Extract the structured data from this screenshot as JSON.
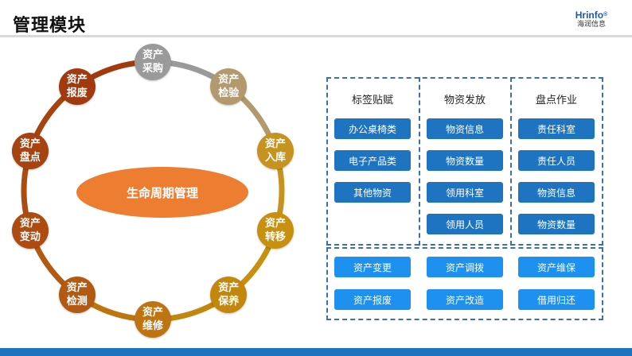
{
  "header": {
    "title": "管理模块",
    "brand_name": "Hrinfo",
    "brand_mark": "®",
    "brand_cn": "海润信息"
  },
  "colors": {
    "accent_orange": "#ed7d31",
    "brand_blue": "#1e73be",
    "button_dark": "#1f74c2",
    "button_light": "#1e90f0"
  },
  "lifecycle": {
    "center_label": "生命周期管理",
    "nodes": [
      {
        "label": "资产采购",
        "color": "#9a9a9a"
      },
      {
        "label": "资产检验",
        "color": "#b39a6e"
      },
      {
        "label": "资产入库",
        "color": "#c79320"
      },
      {
        "label": "资产转移",
        "color": "#c9900f"
      },
      {
        "label": "资产保养",
        "color": "#c4870d"
      },
      {
        "label": "资产维修",
        "color": "#bf7412"
      },
      {
        "label": "资产检测",
        "color": "#b35a12"
      },
      {
        "label": "资产变动",
        "color": "#ad4b10"
      },
      {
        "label": "资产盘点",
        "color": "#a64310"
      },
      {
        "label": "资产报废",
        "color": "#a23a10"
      }
    ]
  },
  "modules": {
    "columns": [
      {
        "header": "标签贴赋",
        "items": [
          "办公桌椅类",
          "电子产品类",
          "其他物资"
        ]
      },
      {
        "header": "物资发放",
        "items": [
          "物资信息",
          "物资数量",
          "领用科室",
          "领用人员"
        ]
      },
      {
        "header": "盘点作业",
        "items": [
          "责任科室",
          "责任人员",
          "物资信息",
          "物资数量"
        ]
      }
    ],
    "bottom_rows": [
      [
        "资产变更",
        "资产调拨",
        "资产维保"
      ],
      [
        "资产报废",
        "资产改造",
        "借用归还"
      ]
    ]
  }
}
